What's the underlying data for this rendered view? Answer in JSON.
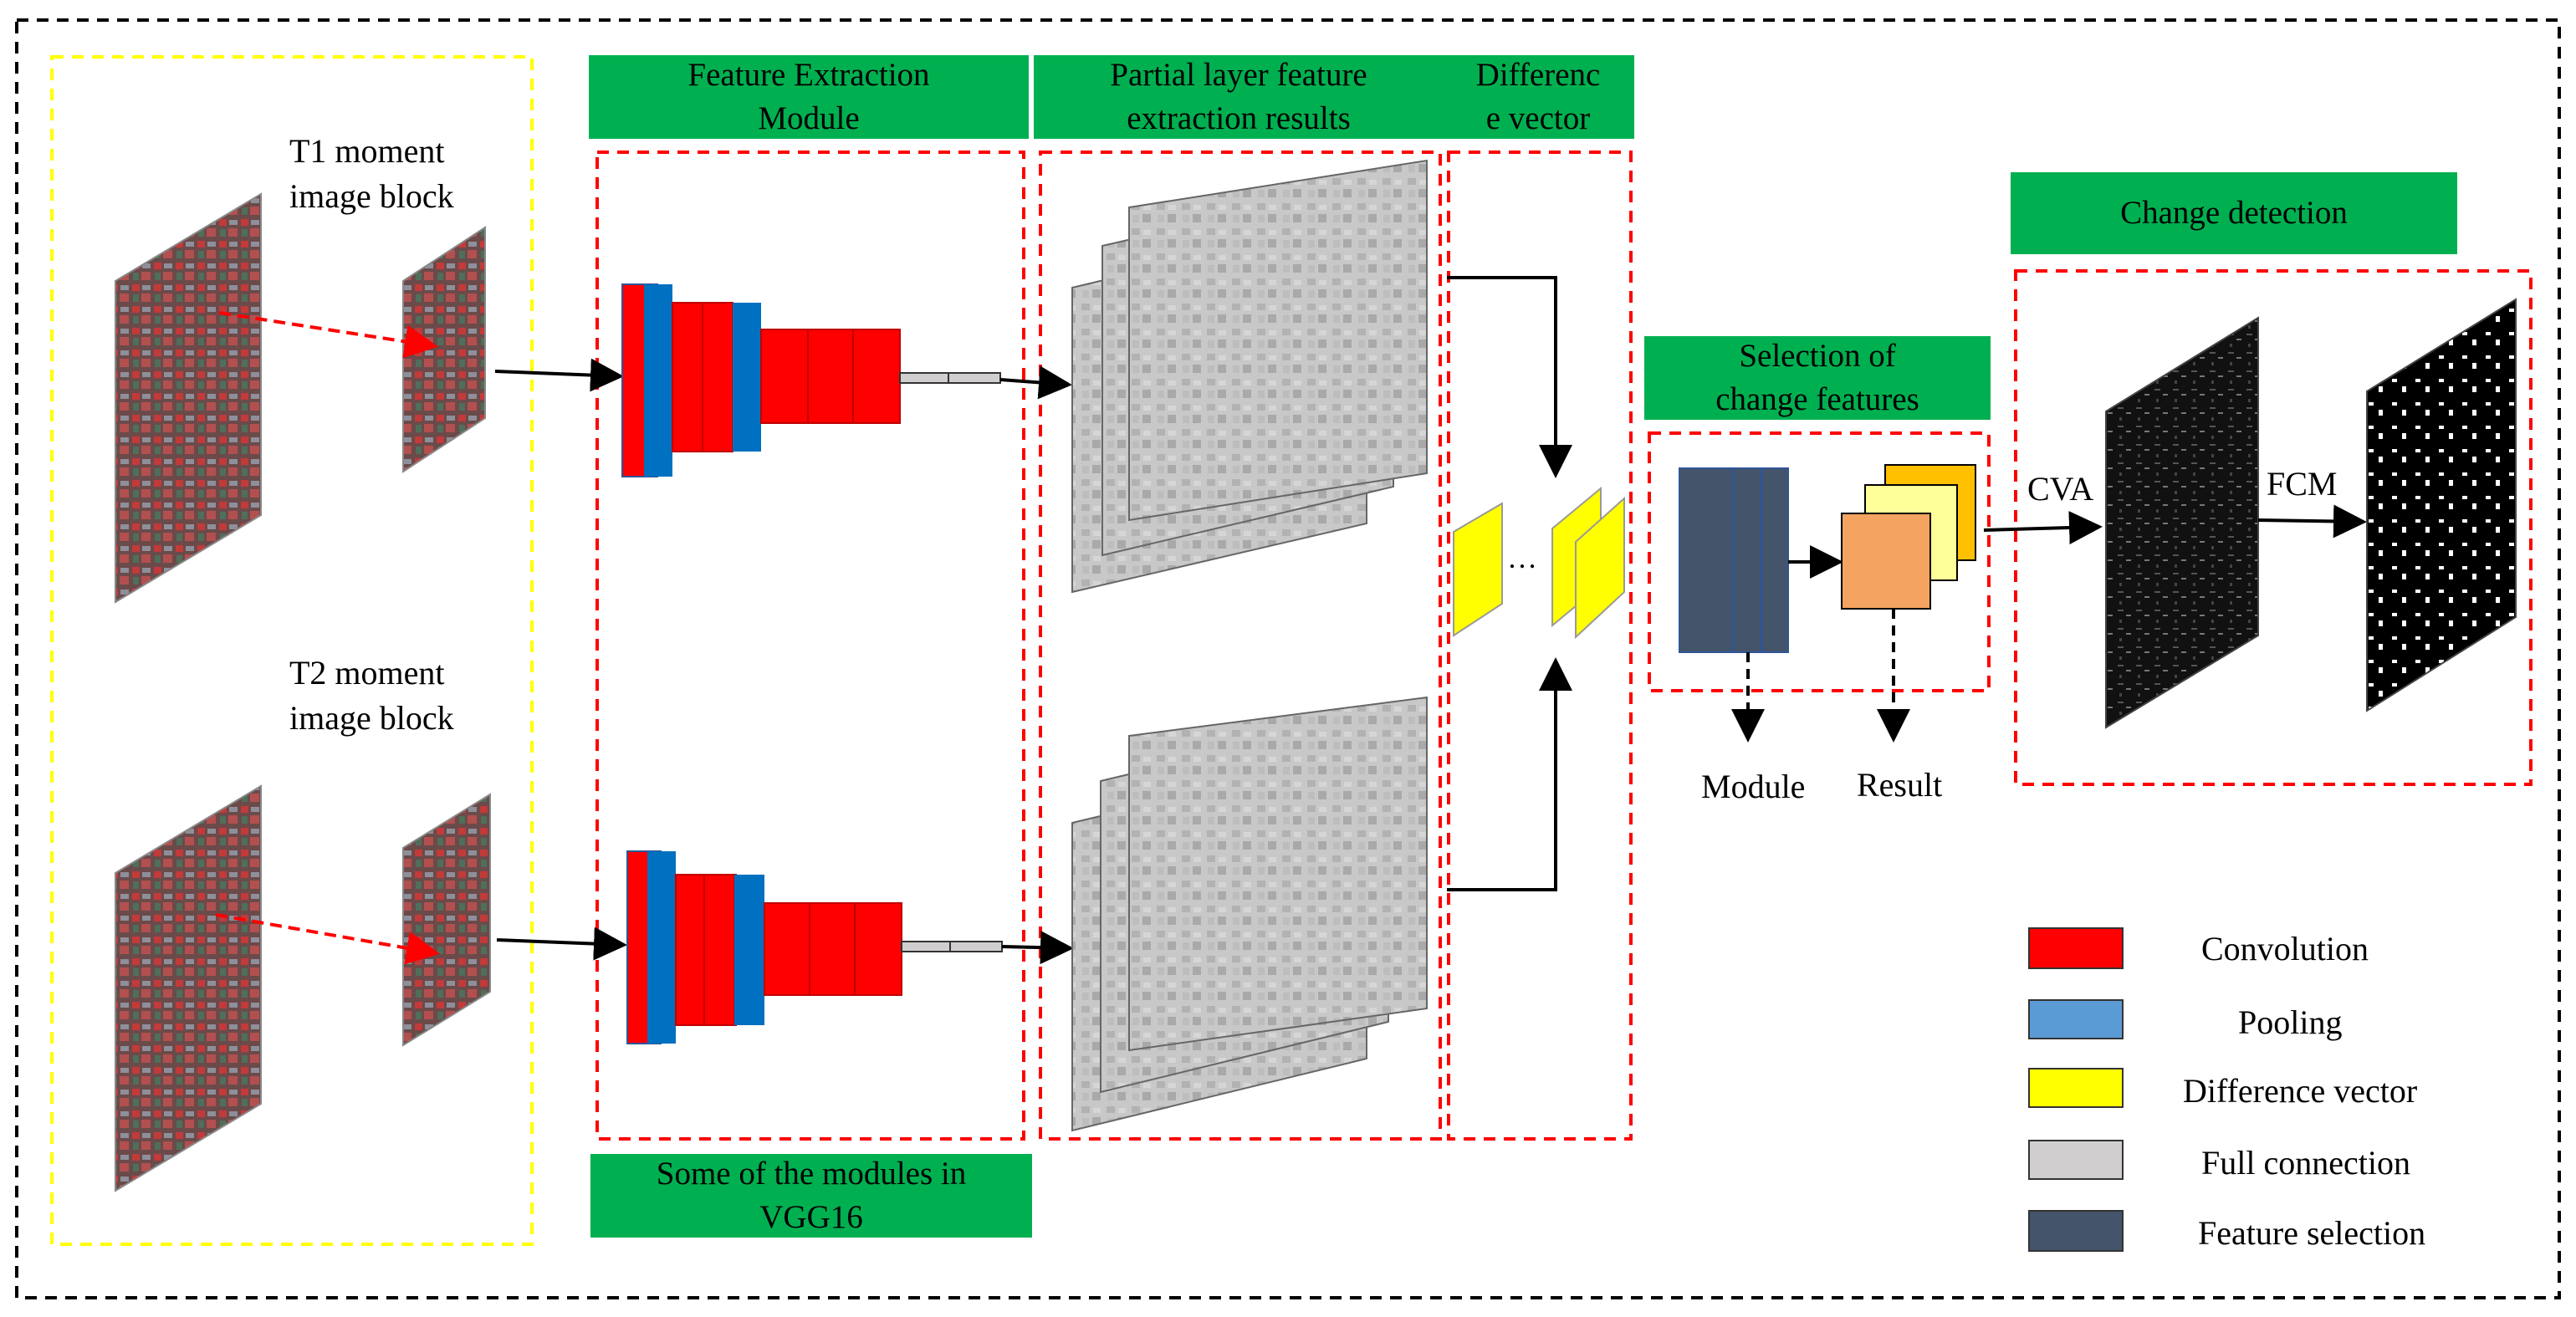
{
  "headers": {
    "feature_extraction": [
      "Feature Extraction",
      "Module"
    ],
    "partial_layer": [
      "Partial layer feature",
      "extraction results"
    ],
    "difference_vector": [
      "Differenc",
      "e vector"
    ],
    "vgg16": [
      "Some of the modules in",
      "VGG16"
    ],
    "selection": [
      "Selection of",
      "change features"
    ],
    "change_detection": [
      "Change detection"
    ]
  },
  "inputs": {
    "t1": [
      "T1 moment",
      "image block"
    ],
    "t2": [
      "T2 moment",
      "image block"
    ]
  },
  "labels": {
    "module": "Module",
    "result": "Result",
    "cva": "CVA",
    "fcm": "FCM",
    "ellipsis": "…"
  },
  "legend": [
    {
      "label": "Convolution",
      "color": "#ff0000"
    },
    {
      "label": "Pooling",
      "color": "#5b9bd5"
    },
    {
      "label": "Difference vector",
      "color": "#ffff00"
    },
    {
      "label": "Full connection",
      "color": "#d0cece"
    },
    {
      "label": "Feature selection",
      "color": "#44546a"
    }
  ],
  "colors": {
    "conv": "#ff0000",
    "pool": "#0070c0",
    "diff": "#ffff00",
    "fc": "#d0cece",
    "feature_select": "#44546a",
    "header_green": "#00b050",
    "dashed_red": "#ff0000",
    "dashed_yellow": "#ffff00"
  }
}
